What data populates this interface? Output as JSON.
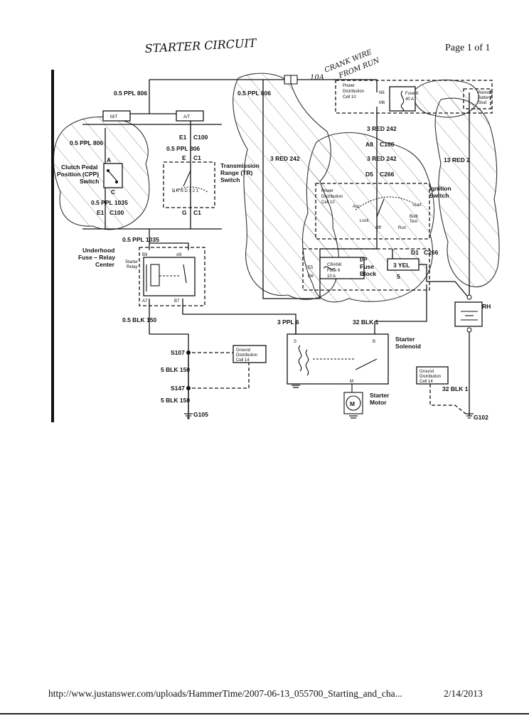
{
  "page": {
    "handwritten_title": "STARTER CIRCUIT",
    "page_number": "Page 1 of 1",
    "footer_url": "http://www.justanswer.com/uploads/HammerTime/2007-06-13_055700_Starting_and_cha...",
    "footer_date": "2/14/2013"
  },
  "annotations": {
    "crank_wire_line1": "CRANK WIRE",
    "crank_wire_line2": "FROM RUN",
    "fuse_10a": "10A"
  },
  "boxes": {
    "mt": "M/T",
    "at": "A/T",
    "pd_top": [
      "Power",
      "Distribution",
      "Cell 10"
    ],
    "fuse6_pin_top": "N6",
    "fuse6_pin_bot": "M6",
    "fuse6_label": "Fuse 6",
    "fuse6_rating": "40 A",
    "remote_battery": [
      "Remote",
      "Battery",
      "Stud"
    ],
    "cpp_switch": [
      "Clutch Pedal",
      "Position (CPP)",
      "Switch"
    ],
    "tr_switch": [
      "Transmission",
      "Range (TR)",
      "Switch"
    ],
    "pd_ign": [
      "Power",
      "Distribution",
      "Cell 10"
    ],
    "ignition_switch": [
      "Ignition",
      "Switch"
    ],
    "ign_positions": [
      "Acc",
      "Lock",
      "Off",
      "Run",
      "Start",
      "Bulb",
      "Test"
    ],
    "ip_fuse_block": [
      "I/P",
      "Fuse",
      "Block"
    ],
    "crank_fuse": [
      "CRANK",
      "Fuse 6",
      "10 A"
    ],
    "crank_pins": [
      "E5",
      "D6"
    ],
    "underhood": [
      "Underhood",
      "Fuse – Relay",
      "Center"
    ],
    "starter_relay": [
      "Starter",
      "Relay"
    ],
    "relay_pins": [
      "B9",
      "A9",
      "A7",
      "B7"
    ],
    "starter_solenoid": [
      "Starter",
      "Solenoid"
    ],
    "solenoid_pins": [
      "S",
      "B",
      "M"
    ],
    "starter_motor": [
      "Starter",
      "Motor"
    ],
    "motor_symbol": "M",
    "ground_dist_left": [
      "Ground",
      "Distribution",
      "Cell 14"
    ],
    "ground_dist_right": [
      "Ground",
      "Distribution",
      "Cell 14"
    ],
    "battery_rh": "RH"
  },
  "wires": {
    "w806_top": "0.5 PPL 806",
    "w806_top2": "0.5 PPL 806",
    "w806_a": "0.5 PPL 806",
    "w806_b": "0.5 PPL 806",
    "w1035_a": "0.5 PPL 1035",
    "w1035_b": "0.5 PPL 1035",
    "w150_a": "0.5 BLK 150",
    "w150_b": "5 BLK 150",
    "w150_c": "5 BLK 150",
    "w242_a": "3 RED 242",
    "w242_b": "3 RED 242",
    "w242_c": "3 RED 242",
    "w2": "13 RED 2",
    "w5_label": "3 YEL",
    "w5_num": "5",
    "w6": "3 PPL 6",
    "w1_a": "32 BLK 1",
    "w1_b": "32 BLK 1"
  },
  "connectors": {
    "c100_a": "E1",
    "c100_a2": "C100",
    "c1_a": "E",
    "c1_a2": "C1",
    "c1_b": "G",
    "c1_b2": "C1",
    "c100_b": "E1",
    "c100_b2": "C100",
    "c100_c": "A8",
    "c100_c2": "C100",
    "c266_a": "D5",
    "c266_a2": "C266",
    "c266_b": "D1",
    "c266_b2": "C266",
    "cpp_a": "A",
    "cpp_c": "C",
    "tr_pos": "P R N D 3 2 1"
  },
  "splices": {
    "s107": "S107",
    "s147": "S147",
    "g105": "G105",
    "g102": "G102"
  }
}
